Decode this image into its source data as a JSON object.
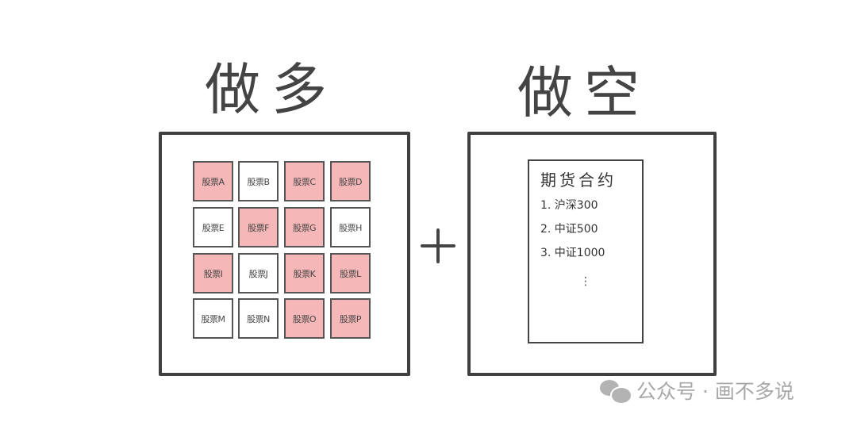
{
  "headers": {
    "long": "做多",
    "short": "做空"
  },
  "operator": "+",
  "long_panel": {
    "highlight_color": "#f5b7b7",
    "tiles": [
      {
        "label": "股票A",
        "highlighted": true
      },
      {
        "label": "股票B",
        "highlighted": false
      },
      {
        "label": "股票C",
        "highlighted": true
      },
      {
        "label": "股票D",
        "highlighted": true
      },
      {
        "label": "股票E",
        "highlighted": false
      },
      {
        "label": "股票F",
        "highlighted": true
      },
      {
        "label": "股票G",
        "highlighted": true
      },
      {
        "label": "股票H",
        "highlighted": false
      },
      {
        "label": "股票I",
        "highlighted": true
      },
      {
        "label": "股票J",
        "highlighted": false
      },
      {
        "label": "股票K",
        "highlighted": true
      },
      {
        "label": "股票L",
        "highlighted": true
      },
      {
        "label": "股票M",
        "highlighted": false
      },
      {
        "label": "股票N",
        "highlighted": false
      },
      {
        "label": "股票O",
        "highlighted": true
      },
      {
        "label": "股票P",
        "highlighted": true
      }
    ]
  },
  "short_panel": {
    "title": "期货合约",
    "items": [
      "1. 沪深300",
      "2. 中证500",
      "3. 中证1000"
    ],
    "ellipsis": "⋮"
  },
  "watermark": {
    "icon": "wechat-icon",
    "text": "公众号 · 画不多说"
  }
}
